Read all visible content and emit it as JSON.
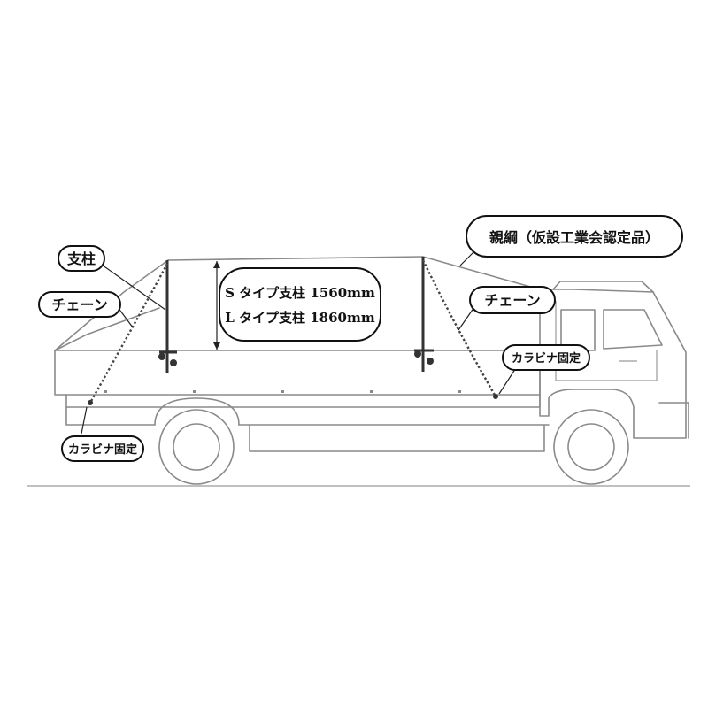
{
  "labels": {
    "pole": "支柱",
    "chain_left": "チェーン",
    "chain_right": "チェーン",
    "net": "親綱（仮設工業会認定品）",
    "carabiner_left": "カラビナ固定",
    "carabiner_right": "カラビナ固定"
  },
  "specs": {
    "s_type": "S タイプ支柱 1560mm",
    "l_type": "L タイプ支柱 1860mm"
  },
  "colors": {
    "outline": "#8a8a8a",
    "ink": "#111111"
  }
}
